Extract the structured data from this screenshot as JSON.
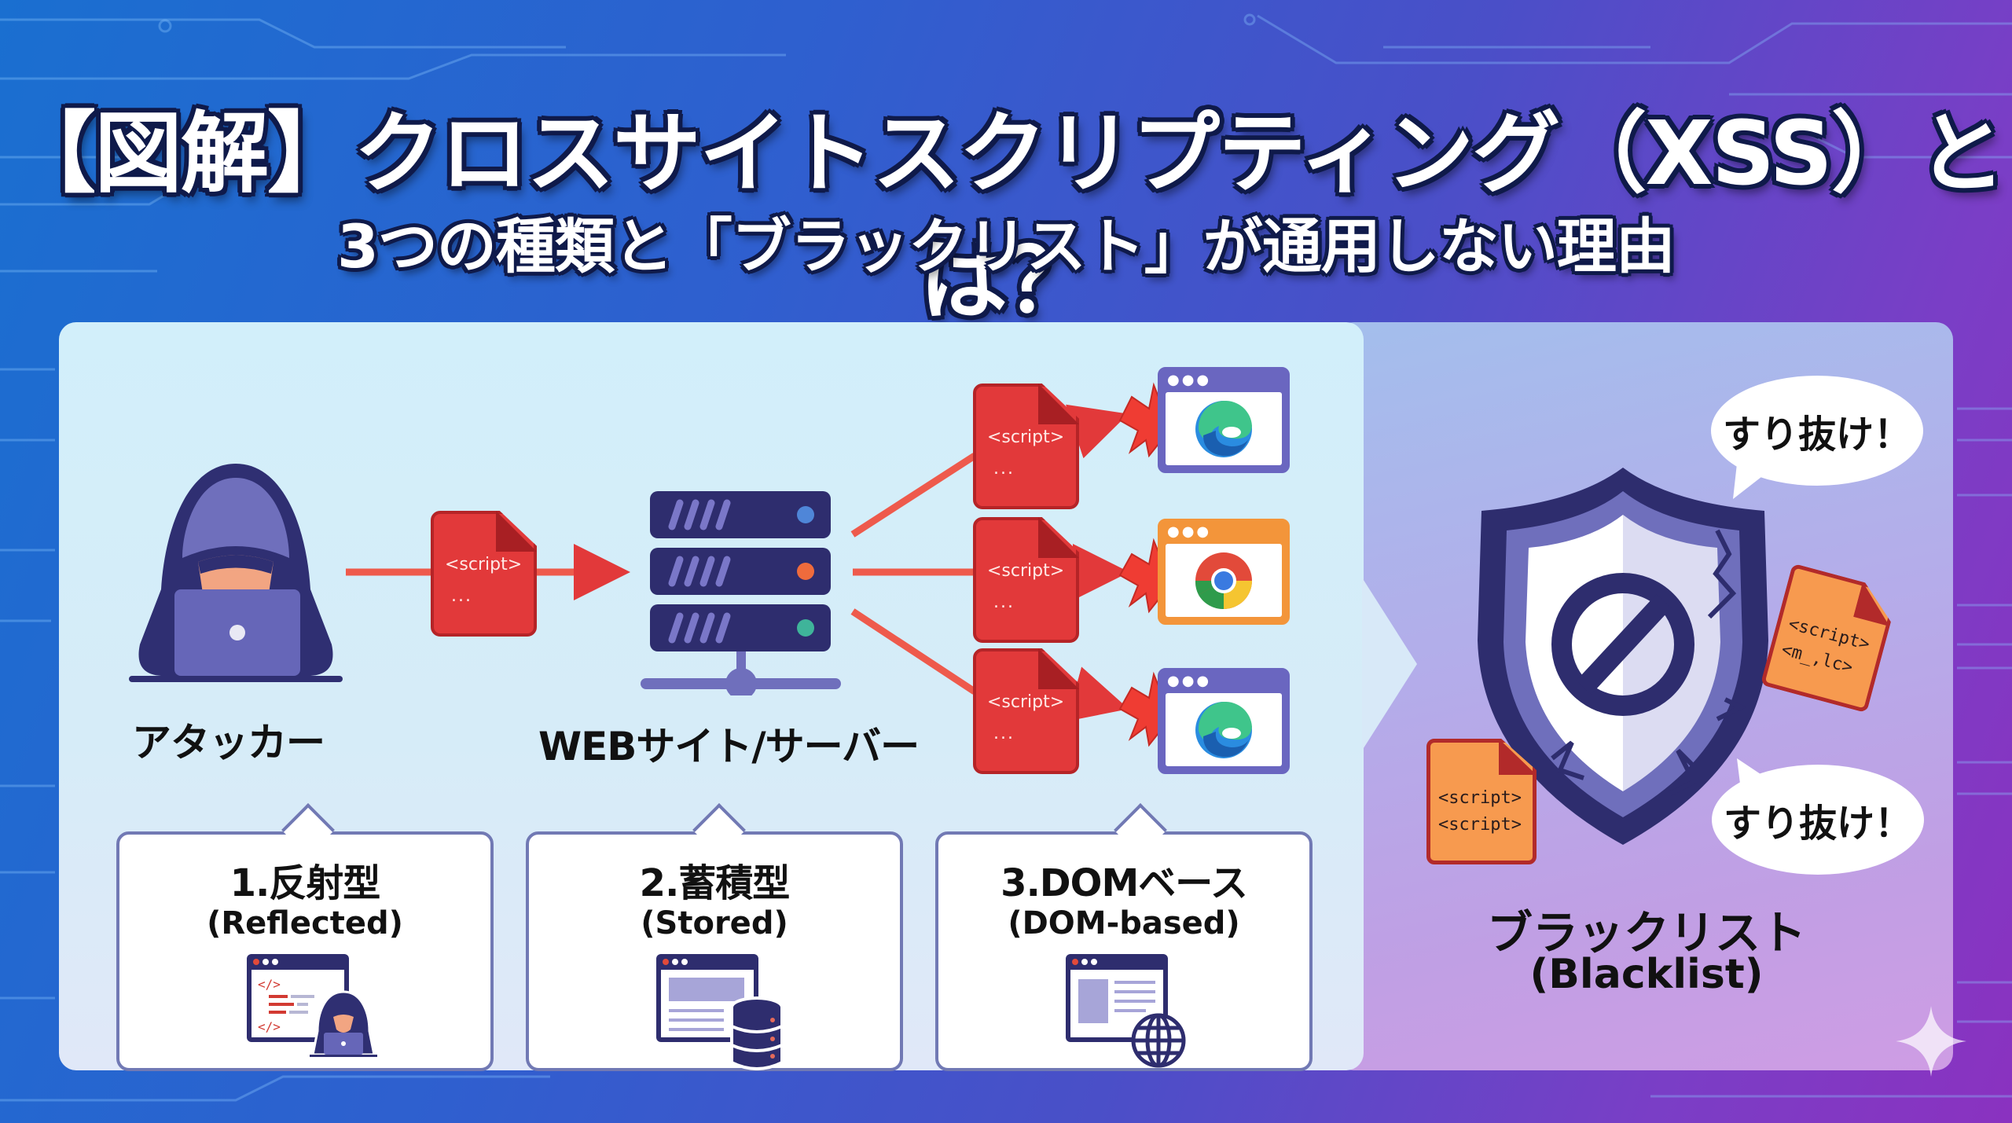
{
  "header": {
    "title": "【図解】クロスサイトスクリプティング（XSS）とは？",
    "subtitle": "3つの種類と「ブラックリスト」が通用しない理由"
  },
  "flow": {
    "attacker": {
      "label": "アタッカー",
      "icon": "hooded-hacker-laptop-icon"
    },
    "payload": {
      "tag": "<script>",
      "ellipsis": "..."
    },
    "server": {
      "label": "WEBサイト/サーバー",
      "icon": "server-rack-icon"
    },
    "targets": [
      {
        "browser": "edge",
        "frame_color": "#6a66c0",
        "payload_tag": "<script>",
        "payload_ellipsis": "..."
      },
      {
        "browser": "chrome",
        "frame_color": "#f3953a",
        "payload_tag": "<script>",
        "payload_ellipsis": "..."
      },
      {
        "browser": "edge",
        "frame_color": "#6a66c0",
        "payload_tag": "<script>",
        "payload_ellipsis": "..."
      }
    ],
    "browser_dots": "●●●"
  },
  "types": [
    {
      "title": "1.反射型",
      "subtitle": "(Reflected)",
      "icon": "browser-code-hacker-icon"
    },
    {
      "title": "2.蓄積型",
      "subtitle": "(Stored)",
      "icon": "browser-database-icon"
    },
    {
      "title": "3.DOMベース",
      "subtitle": "(DOM-based)",
      "icon": "browser-globe-icon"
    }
  ],
  "blacklist": {
    "title": "ブラックリスト",
    "subtitle": "(Blacklist)",
    "bubble_top": "すり抜け！",
    "bubble_bottom": "すり抜け！",
    "doc_right": {
      "line1": "<script>",
      "line2": "<m_,lc>"
    },
    "doc_left": {
      "line1": "<script>",
      "line2": "<script>"
    },
    "icon": "cracked-shield-prohibited-icon"
  },
  "colors": {
    "accent_red": "#e2393a",
    "navy": "#2e2d6e",
    "orange": "#f3953a",
    "purple_frame": "#6a66c0"
  }
}
